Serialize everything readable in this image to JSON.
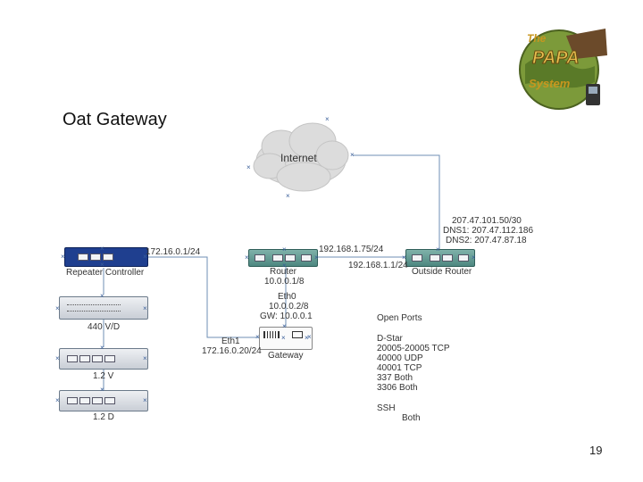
{
  "title": "Oat Gateway",
  "logo": {
    "line1": "The",
    "line2": "PAPA",
    "line3": "System"
  },
  "internet": {
    "label": "Internet"
  },
  "devices": {
    "repeater_controller": {
      "label": "Repeater Controller",
      "ip": "172.16.0.1/24"
    },
    "radio_440": {
      "label": "440 V/D"
    },
    "radio_12v": {
      "label": "1.2 V"
    },
    "radio_12d": {
      "label": "1.2 D"
    },
    "router": {
      "label": "Router",
      "ip_inner": "10.0.0.1/8",
      "ip_outer": "192.168.1.75/24"
    },
    "outside_router": {
      "label": "Outside Router",
      "ip_inner": "192.168.1.1/24",
      "wan_lines": [
        "207.47.101.50/30",
        "DNS1: 207.47.112.186",
        "DNS2: 207.47.87.18"
      ]
    },
    "gateway": {
      "label": "Gateway",
      "eth0_lines": [
        "Eth0",
        "10.0.0.2/8",
        "GW: 10.0.0.1"
      ],
      "eth1_lines": [
        "Eth1",
        "172.16.0.20/24"
      ]
    }
  },
  "ports": {
    "heading": "Open Ports",
    "dstar_lines": [
      "D-Star",
      "20005-20005 TCP",
      "40000 UDP",
      "40001 TCP",
      "337 Both",
      "3306 Both"
    ],
    "ssh": "SSH",
    "ssh_proto": "Both"
  },
  "page_number": "19",
  "colors": {
    "link": "#6f8fb5",
    "controller": "#1f3f8f",
    "router": "#5a8f86",
    "radio": "#d9dde3"
  }
}
